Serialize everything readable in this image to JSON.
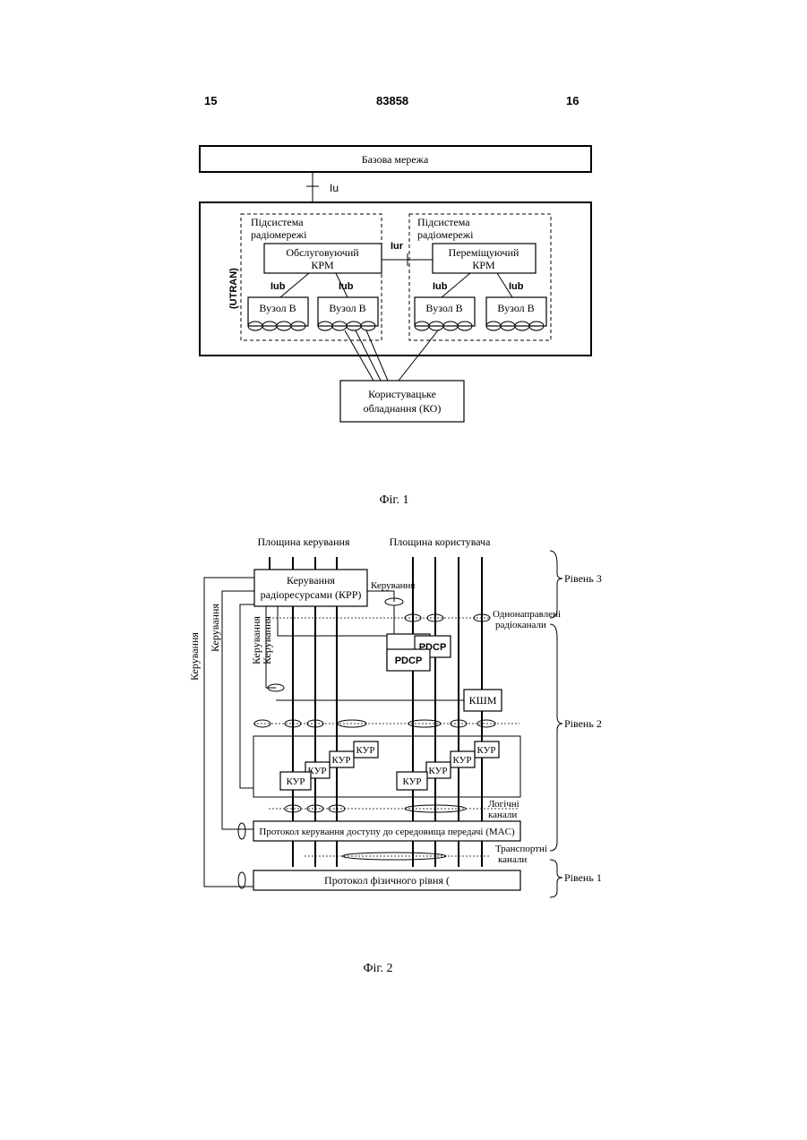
{
  "header": {
    "left_page": "15",
    "doc_number": "83858",
    "right_page": "16"
  },
  "fig1": {
    "core_network": "Базова мережа",
    "iu": "Iu",
    "utran": "(UTRAN)",
    "rns_left": [
      "Підсистема",
      "радіомережі"
    ],
    "rns_right": [
      "Підсистема",
      "радіомережі"
    ],
    "iur": "Iur",
    "serving_rnc": [
      "Обслуговуючий",
      "КРМ"
    ],
    "drift_rnc": [
      "Переміщуючий",
      "КРМ"
    ],
    "iub": "Iub",
    "node_b": "Вузол В",
    "ue": [
      "Користувацьке",
      "обладнання (КО)"
    ],
    "caption": "Фіг. 1"
  },
  "fig2": {
    "control_plane": "Площина керування",
    "user_plane": "Площина користувача",
    "rrc": [
      "Керування",
      "радіоресурсами (КРР)"
    ],
    "control": "Керування",
    "level3": "Рівень 3",
    "level2": "Рівень 2",
    "level1": "Рівень 1",
    "rb": [
      "Однонаправлені",
      "радіоканали"
    ],
    "pdcp": "PDCP",
    "bmc": "КШМ",
    "rlc": "КУР",
    "logical": [
      "Логічні",
      "канали"
    ],
    "mac": "Протокол керування доступу до середовища передачі (MAC)",
    "transport": [
      "Транспортні",
      "канали"
    ],
    "phy": "Протокол фізичного рівня (",
    "caption": "Фіг. 2"
  }
}
